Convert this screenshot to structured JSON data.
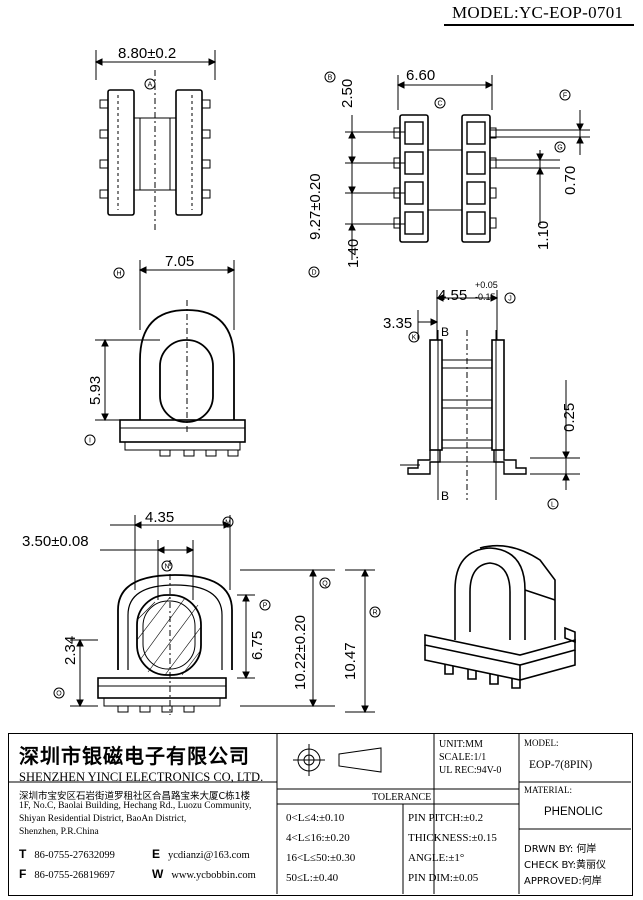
{
  "header": {
    "model": "MODEL:YC-EOP-0701"
  },
  "views": {
    "top": {
      "width_dim": "8.80±0.2",
      "label": "A"
    },
    "pins": {
      "width_dim": "6.60",
      "label": "C",
      "pitch_dim": "2.50",
      "pitch_label": "B",
      "span_dim": "9.27±0.20",
      "span_label": "D",
      "pad_dim": "1.40",
      "pin_dim": "0.70",
      "pin_label": "F",
      "pin_len_dim": "1.10",
      "pin_len_label": "G"
    },
    "side": {
      "width_dim": "7.05",
      "width_label": "H",
      "height_dim": "5.93",
      "height_label": "I"
    },
    "section": {
      "width_dim": "4.55",
      "tol_upper": "+0.05",
      "tol_lower": "-0.15",
      "width_label": "J",
      "flange_dim": "3.35",
      "flange_label": "K",
      "section_mark": "B",
      "thickness_dim": "0.25",
      "thickness_label": "L"
    },
    "front": {
      "inner_dim": "4.35",
      "inner_label": "M",
      "outer_dim": "3.50±0.08",
      "outer_label": "N",
      "window_dim": "6.75",
      "window_label": "P",
      "body_dim": "10.22±0.20",
      "body_label": "Q",
      "total_dim": "10.47",
      "total_label": "R",
      "base_dim": "2.34",
      "base_label": "O"
    }
  },
  "title_block": {
    "company_cn": "深圳市银磁电子有限公司",
    "company_en": "SHENZHEN YINCI ELECTRONICS CO, LTD.",
    "address_cn": "深圳市宝安区石岩街道罗租社区合昌路宝来大厦C栋1楼",
    "address_en": [
      "1F, No.C, Baolai Building, Hechang Rd., Luozu Community,",
      "Shiyan Residential District, BaoAn District,",
      "Shenzhen, P.R.China"
    ],
    "tel_label": "T",
    "tel": "86-0755-27632099",
    "fax_label": "F",
    "fax": "86-0755-26819697",
    "email_label": "E",
    "email": "ycdianzi@163.com",
    "web_label": "W",
    "web": "www.ycbobbin.com",
    "unit": "UNIT:MM",
    "scale": "SCALE:1/1",
    "ul": "UL REC:94V-0",
    "model_label": "MODEL:",
    "model_value": "EOP-7(8PIN)",
    "material_label": "MATERIAL:",
    "material_value": "PHENOLIC",
    "tolerance_title": "TOLERANCE",
    "tolerances": [
      "0<L≤4:±0.10",
      "4<L≤16:±0.20",
      "16<L≤50:±0.30",
      "50≤L:±0.40"
    ],
    "pin_specs": [
      "PIN PITCH:±0.2",
      "THICKNESS:±0.15",
      "ANGLE:±1°",
      "PIN DIM:±0.05"
    ],
    "drawn_by": "DRWN BY: 何岸",
    "check_by": "CHECK BY:黄丽仪",
    "approved": "APPROVED:何岸"
  }
}
